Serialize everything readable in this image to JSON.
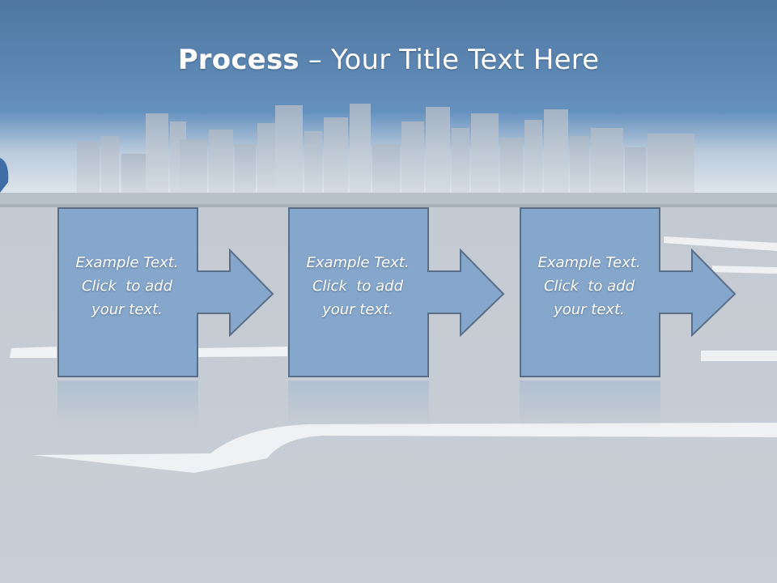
{
  "title": {
    "bold_part": "Process",
    "rest": " – Your Title Text Here"
  },
  "steps": [
    {
      "line1": "Example Text.",
      "line2": "Click  to add",
      "line3": "your text."
    },
    {
      "line1": "Example Text.",
      "line2": "Click  to add",
      "line3": "your text."
    },
    {
      "line1": "Example Text.",
      "line2": "Click  to add",
      "line3": "your text."
    }
  ],
  "colors": {
    "header_blue": "#5b84ad",
    "box_fill": "#86a7cc",
    "box_border": "#5a6f87",
    "road_gray": "#c6ccd3",
    "road_marking": "#f4f5f6"
  }
}
